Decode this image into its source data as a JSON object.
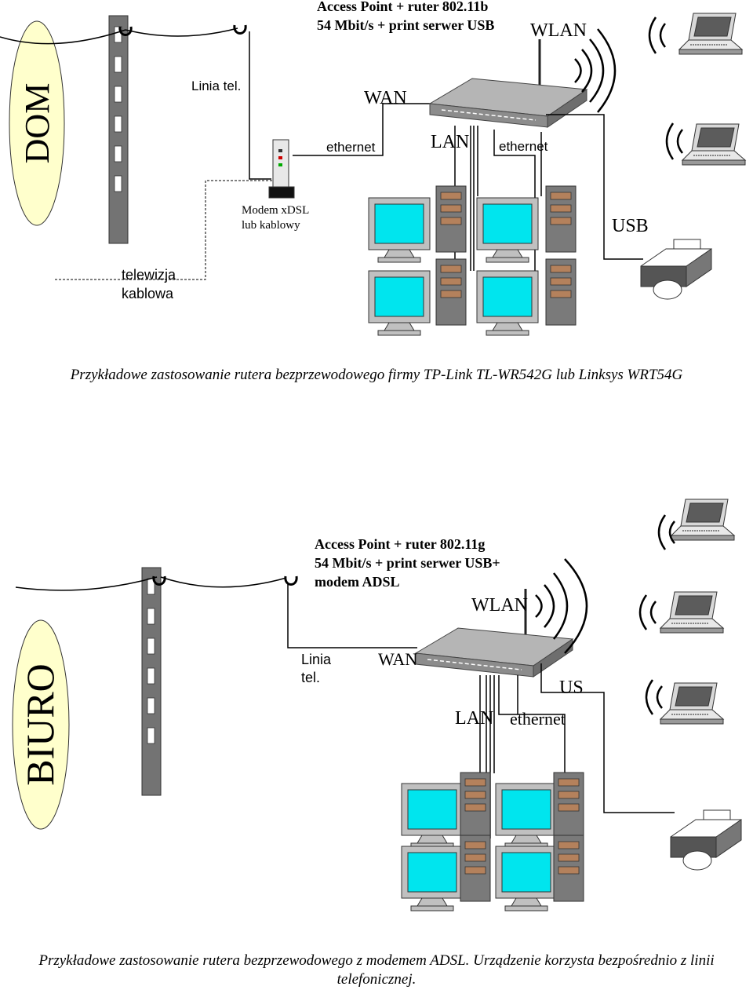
{
  "top": {
    "location": "DOM",
    "ap_line1": "Access Point + ruter 802.11b",
    "ap_line2": "54 Mbit/s + print serwer USB",
    "wlan": "WLAN",
    "wan": "WAN",
    "lan": "LAN",
    "ethernet_left": "ethernet",
    "ethernet_right": "ethernet",
    "usb": "USB",
    "phone_line": "Linia tel.",
    "modem_line1": "Modem  xDSL",
    "modem_line2": "lub kablowy",
    "tv_line1": "telewizja",
    "tv_line2": "kablowa",
    "caption": "Przykładowe zastosowanie rutera bezprzewodowego firmy TP-Link TL-WR542G lub Linksys WRT54G"
  },
  "bottom": {
    "location": "BIURO",
    "ap_line1": "Access Point + ruter 802.11g",
    "ap_line2": "54 Mbit/s + print serwer USB+",
    "ap_line3": "modem ADSL",
    "wlan": "WLAN",
    "wan": "WAN",
    "lan": "LAN",
    "ethernet": "ethernet",
    "usb": "US",
    "phone_line1": "Linia",
    "phone_line2": "tel.",
    "caption_line1": "Przykładowe zastosowanie rutera bezprzewodowego z modemem ADSL. Urządzenie korzysta bezpośrednio z linii",
    "caption_line2": "telefonicznej."
  },
  "colors": {
    "location_bubble": "#ffffcc",
    "monitor_screen": "#00e5ee",
    "tower": "#7a7a7a",
    "router": "#a9a9a9"
  }
}
